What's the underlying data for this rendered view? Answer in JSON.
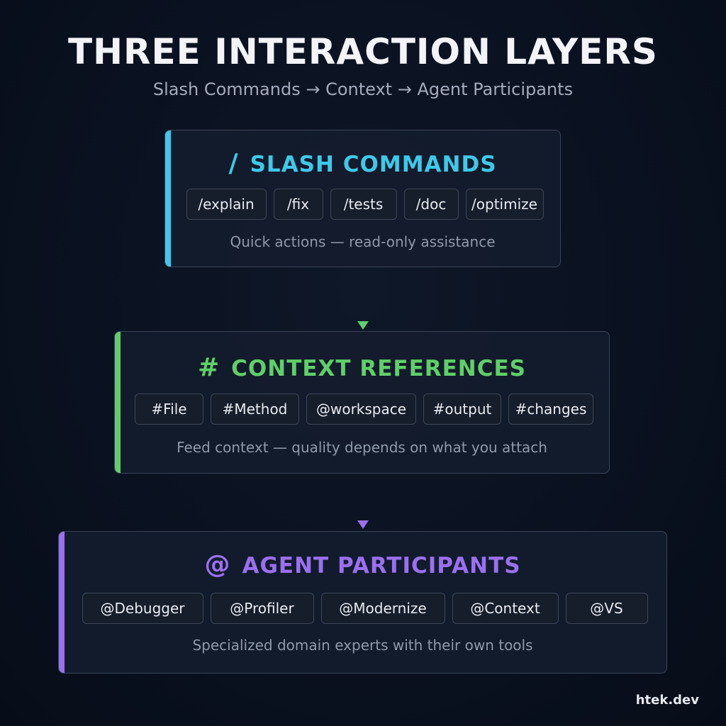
{
  "title": "THREE INTERACTION LAYERS",
  "subtitle": "Slash Commands → Context → Agent Participants",
  "colors": {
    "slash_accent": "#3ec9ea",
    "context_accent": "#5fcf69",
    "agent_accent": "#9a6ff0",
    "background": "#0a1120"
  },
  "layers": [
    {
      "symbol": "/",
      "heading": "SLASH COMMANDS",
      "chips": [
        "/explain",
        "/fix",
        "/tests",
        "/doc",
        "/optimize"
      ],
      "description": "Quick actions — read-only assistance"
    },
    {
      "symbol": "#",
      "heading": "CONTEXT REFERENCES",
      "chips": [
        "#File",
        "#Method",
        "@workspace",
        "#output",
        "#changes"
      ],
      "description": "Feed context — quality depends on what you attach"
    },
    {
      "symbol": "@",
      "heading": "AGENT PARTICIPANTS",
      "chips": [
        "@Debugger",
        "@Profiler",
        "@Modernize",
        "@Context",
        "@VS"
      ],
      "description": "Specialized domain experts with their own tools"
    }
  ],
  "footer": "htek.dev"
}
